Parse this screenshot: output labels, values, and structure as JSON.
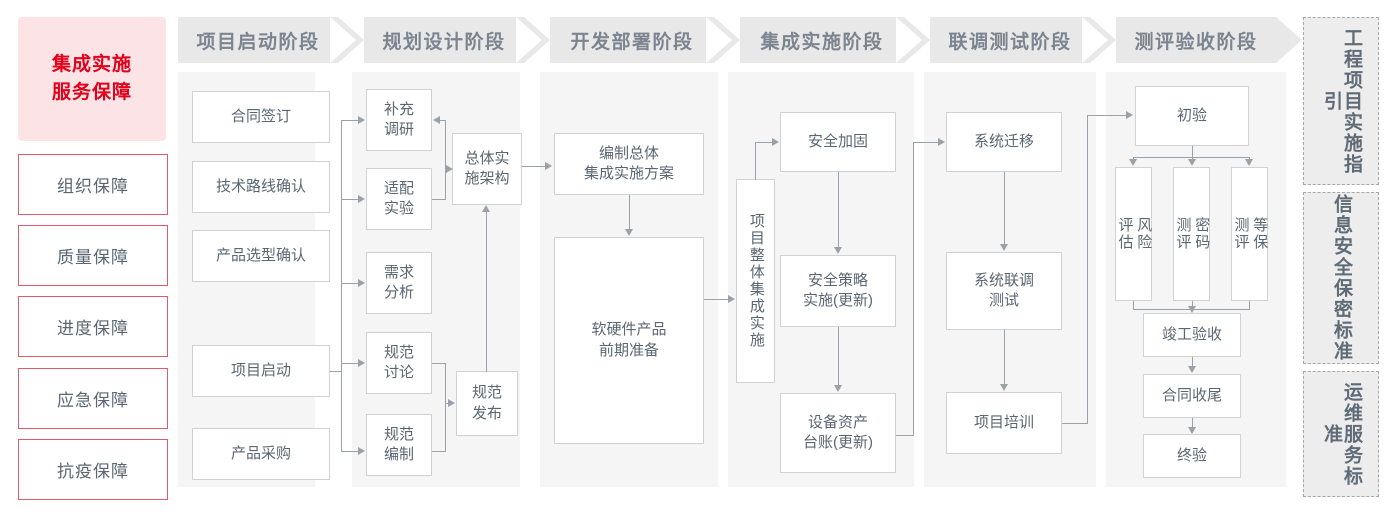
{
  "hero": {
    "line1": "集成实施",
    "line2": "服务保障"
  },
  "guarantees": [
    {
      "label": "组织保障"
    },
    {
      "label": "质量保障"
    },
    {
      "label": "进度保障"
    },
    {
      "label": "应急保障"
    },
    {
      "label": "抗疫保障"
    }
  ],
  "phases": [
    {
      "title": "项目启动阶段",
      "nodes": [
        {
          "label": "合同签订"
        },
        {
          "label": "技术路线确认"
        },
        {
          "label": "产品选型确认"
        },
        {
          "label": "项目启动"
        },
        {
          "label": "产品采购"
        }
      ]
    },
    {
      "title": "规划设计阶段",
      "nodes": [
        {
          "label": "补充\n调研"
        },
        {
          "label": "适配\n实验"
        },
        {
          "label": "需求\n分析"
        },
        {
          "label": "规范\n讨论"
        },
        {
          "label": "规范\n编制"
        },
        {
          "label": "总体实\n施架构"
        },
        {
          "label": "规范\n发布"
        }
      ]
    },
    {
      "title": "开发部署阶段",
      "nodes": [
        {
          "label": "编制总体\n集成实施方案"
        },
        {
          "label": "软硬件产品\n前期准备"
        }
      ]
    },
    {
      "title": "集成实施阶段",
      "nodes": [
        {
          "label": "项目整体集成实施"
        },
        {
          "label": "安全加固"
        },
        {
          "label": "安全策略\n实施(更新)"
        },
        {
          "label": "设备资产\n台账(更新)"
        }
      ]
    },
    {
      "title": "联调测试阶段",
      "nodes": [
        {
          "label": "系统迁移"
        },
        {
          "label": "系统联调\n测试"
        },
        {
          "label": "项目培训"
        }
      ]
    },
    {
      "title": "测评验收阶段",
      "nodes": [
        {
          "label": "初验"
        },
        {
          "label": "风险\n评估"
        },
        {
          "label": "密码\n测评"
        },
        {
          "label": "等保\n测评"
        },
        {
          "label": "竣工验收"
        },
        {
          "label": "合同收尾"
        },
        {
          "label": "终验"
        }
      ]
    }
  ],
  "standards": [
    {
      "label": "工程项目实施指引"
    },
    {
      "label": "信息安全保密标准"
    },
    {
      "label": "运维服务标准"
    }
  ],
  "colors": {
    "brand_red": "#e2001a",
    "hero_bg": "#fbe3e6",
    "guard_border": "#e05a6a",
    "phase_head_bg": "#e8e8e8",
    "phase_body_bg": "#f5f5f5",
    "node_border": "#cfd3d6",
    "text_gray": "#5a6672",
    "connector": "#9aa1a8"
  }
}
